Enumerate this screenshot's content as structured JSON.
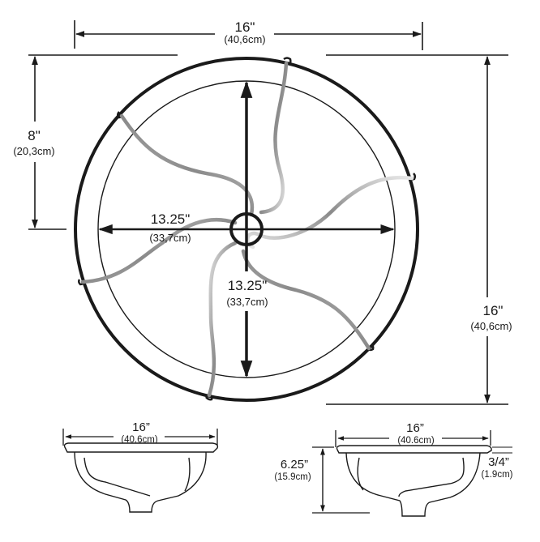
{
  "diagram": {
    "type": "technical-dimension-drawing",
    "subject": "round undermount sink basin",
    "colors": {
      "line": "#1a1a1a",
      "swirl_light": "#e6e6e6",
      "swirl_dark": "#8c8c8c",
      "background": "#ffffff"
    }
  },
  "top_view": {
    "overall_width": {
      "imperial": "16\"",
      "metric": "(40,6cm)"
    },
    "half_depth": {
      "imperial": "8\"",
      "metric": "(20,3cm)"
    },
    "overall_depth": {
      "imperial": "16\"",
      "metric": "(40,6cm)"
    },
    "bowl_width": {
      "imperial": "13.25\"",
      "metric": "(33,7cm)"
    },
    "bowl_depth": {
      "imperial": "13.25\"",
      "metric": "(33,7cm)"
    }
  },
  "side_view_left": {
    "width": {
      "imperial": "16”",
      "metric": "(40.6cm)"
    }
  },
  "side_view_right": {
    "width": {
      "imperial": "16”",
      "metric": "(40.6cm)"
    },
    "height": {
      "imperial": "6.25”",
      "metric": "(15.9cm)"
    },
    "rim_thickness": {
      "imperial": "3/4”",
      "metric": "(1.9cm)"
    }
  }
}
